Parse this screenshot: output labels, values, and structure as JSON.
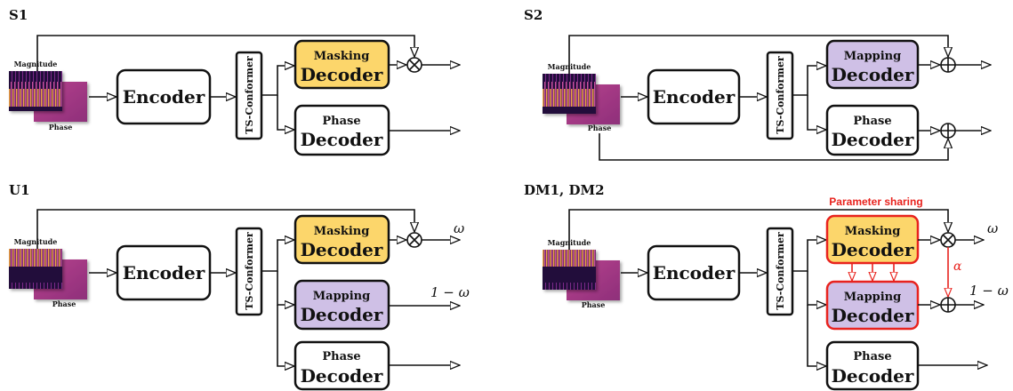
{
  "panels": {
    "s1": {
      "title": "S1"
    },
    "s2": {
      "title": "S2"
    },
    "u1": {
      "title": "U1"
    },
    "dm": {
      "title": "DM1, DM2"
    }
  },
  "labels": {
    "magnitude": "Magnitude",
    "phase": "Phase",
    "encoder": "Encoder",
    "ts_conformer": "TS-Conformer",
    "decoder": "Decoder",
    "masking": "Masking",
    "mapping": "Mapping",
    "phase_dec": "Phase"
  },
  "math": {
    "omega": "ω",
    "one_minus_omega": "1 − ω",
    "alpha": "α"
  },
  "annotation": {
    "parameter_sharing": "Parameter sharing"
  },
  "colors": {
    "masking_fill": "#fcd66b",
    "mapping_fill": "#cfc0e6",
    "highlight_border": "#e8231e",
    "stroke": "#111111"
  }
}
